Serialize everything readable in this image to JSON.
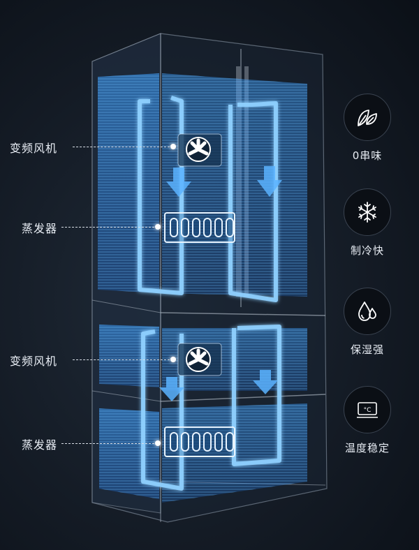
{
  "callouts": {
    "fan_top": "变频风机",
    "evap_top": "蒸发器",
    "fan_bottom": "变频风机",
    "evap_bottom": "蒸发器"
  },
  "features": [
    {
      "icon": "leaf-icon",
      "label": "0串味"
    },
    {
      "icon": "snowflake-icon",
      "label": "制冷快"
    },
    {
      "icon": "water-drops-icon",
      "label": "保湿强"
    },
    {
      "icon": "thermometer-display-icon",
      "label": "温度稳定",
      "icon_text": "°C"
    }
  ],
  "colors": {
    "background": "#141b25",
    "airflow_blue": "#2f8dff",
    "light_blue": "#7cc6ff",
    "label_text": "#e9eef5"
  }
}
